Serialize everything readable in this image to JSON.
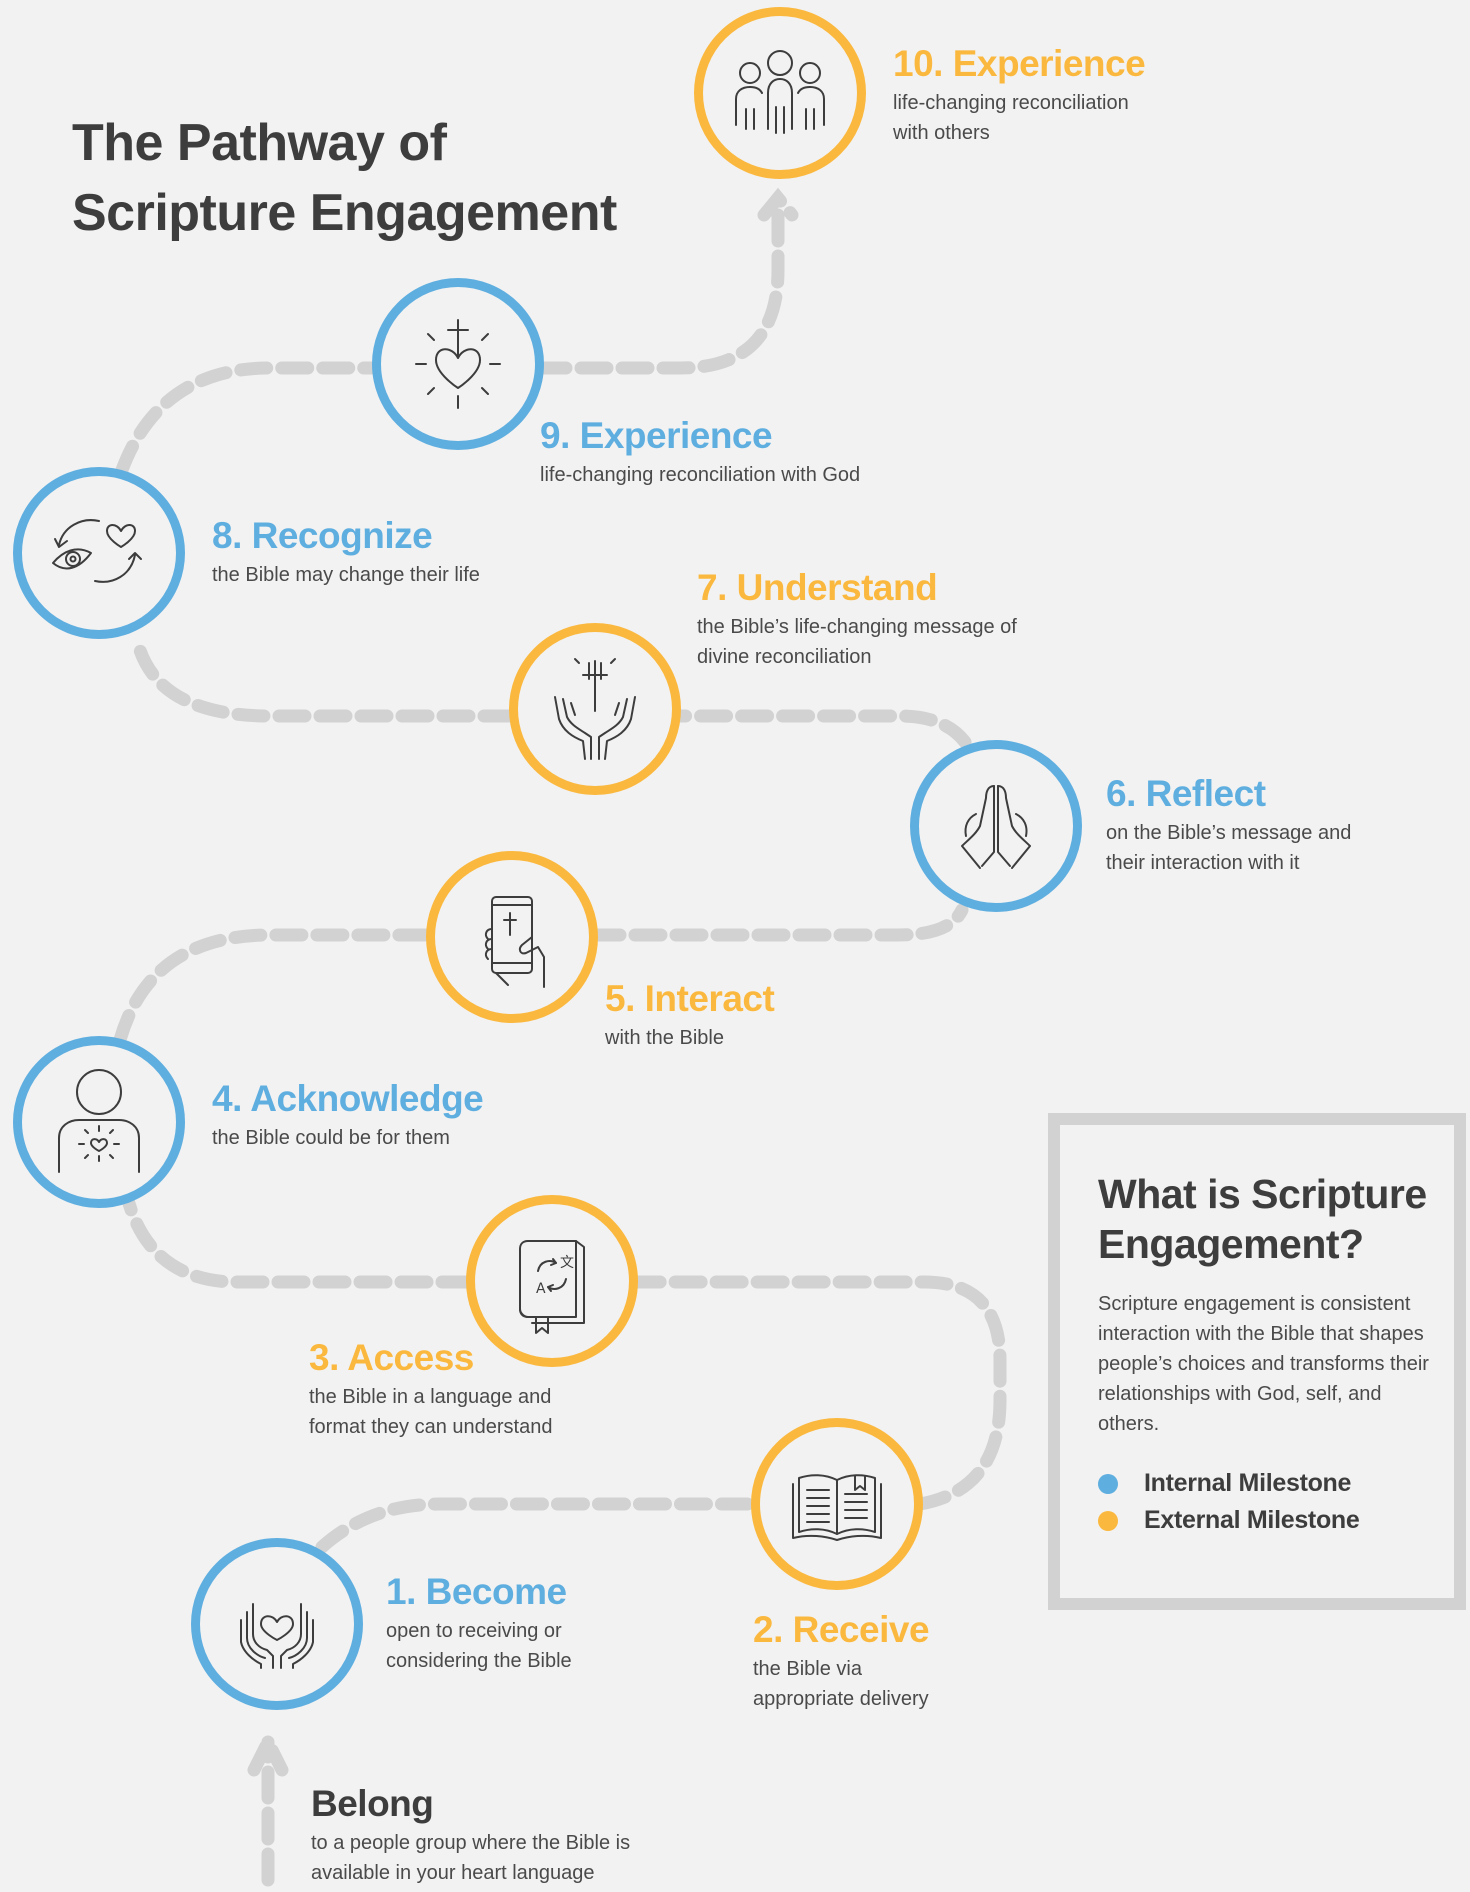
{
  "title_line1": "The Pathway of",
  "title_line2": "Scripture Engagement",
  "colors": {
    "internal": "#5faee0",
    "external": "#fbb83e",
    "path": "#d2d2d2",
    "text": "#3d3d3d"
  },
  "steps": [
    {
      "head": "Belong",
      "desc_line1": "to a people group where the Bible is",
      "desc_line2": "available in your heart language",
      "type": "start"
    },
    {
      "head": "1. Become",
      "desc_line1": "open to receiving or",
      "desc_line2": "considering the Bible",
      "type": "internal",
      "icon": "hands-heart-icon"
    },
    {
      "head": "2. Receive",
      "desc_line1": "the Bible via",
      "desc_line2": "appropriate delivery",
      "type": "external",
      "icon": "open-book-icon"
    },
    {
      "head": "3. Access",
      "desc_line1": "the Bible in a language and",
      "desc_line2": "format they can understand",
      "type": "external",
      "icon": "translated-book-icon"
    },
    {
      "head": "4. Acknowledge",
      "desc_line1": "the Bible could be for them",
      "type": "internal",
      "icon": "person-heart-icon"
    },
    {
      "head": "5. Interact",
      "desc_line1": "with the Bible",
      "type": "external",
      "icon": "phone-bible-icon"
    },
    {
      "head": "6. Reflect",
      "desc_line1": "on the Bible’s message and",
      "desc_line2": "their interaction with it",
      "type": "internal",
      "icon": "praying-hands-icon"
    },
    {
      "head": "7. Understand",
      "desc_line1": "the Bible’s life-changing message of",
      "desc_line2": "divine reconciliation",
      "type": "external",
      "icon": "hands-cross-icon"
    },
    {
      "head": "8. Recognize",
      "desc_line1": "the Bible may change their life",
      "type": "internal",
      "icon": "eye-heart-cycle-icon"
    },
    {
      "head": "9. Experience",
      "desc_line1": "life-changing reconciliation with God",
      "type": "internal",
      "icon": "cross-heart-radiant-icon"
    },
    {
      "head": "10. Experience",
      "desc_line1": "life-changing reconciliation",
      "desc_line2": "with others",
      "type": "external",
      "icon": "people-group-icon"
    }
  ],
  "info": {
    "title": "What is Scripture Engagement?",
    "body": "Scripture engagement is consistent interaction with the Bible that shapes people’s choices and transforms their relationships with God, self, and others.",
    "legend": [
      {
        "label": "Internal Milestone",
        "color": "#5faee0"
      },
      {
        "label": "External Milestone",
        "color": "#fbb83e"
      }
    ]
  }
}
